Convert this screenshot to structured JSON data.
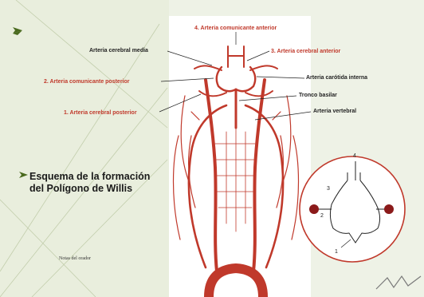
{
  "slide": {
    "title_line1": "Esquema de la formación",
    "title_line2": "del Polígono de Willis",
    "speaker_notes": "Notas del orador"
  },
  "labels": {
    "comunicante_anterior": "4. Arteria comunicante anterior",
    "cerebral_media": "Arteria cerebral media",
    "cerebral_anterior": "3. Arteria cerebral anterior",
    "comunicante_posterior": "2. Arteria comunicante posterior",
    "carotida_interna": "Arteria carótida interna",
    "tronco_basilar": "Tronco basilar",
    "cerebral_posterior": "1. Arteria cerebral posterior",
    "vertebral": "Arteria vertebral"
  },
  "inset_numbers": [
    "1",
    "2",
    "3",
    "4"
  ],
  "colors": {
    "artery": "#c0392b",
    "label_red": "#c0392b",
    "accent_green": "#4a6a1e",
    "inset_node": "#8b1a1a"
  }
}
